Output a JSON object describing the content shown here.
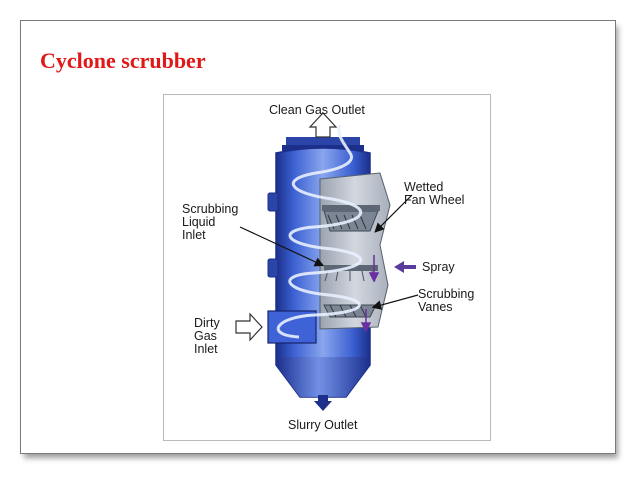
{
  "slide": {
    "title": "Cyclone scrubber",
    "title_color": "#e01818"
  },
  "diagram": {
    "labels": {
      "clean_gas_outlet": "Clean Gas Outlet",
      "wetted_fan_wheel": "Wetted\nFan Wheel",
      "scrubbing_liquid_inlet": "Scrubbing\nLiquid\nInlet",
      "spray": "Spray",
      "scrubbing_vanes": "Scrubbing\nVanes",
      "dirty_gas_inlet": "Dirty\nGas\nInlet",
      "slurry_outlet": "Slurry Outlet"
    },
    "colors": {
      "vessel": "#3a5fd0",
      "vessel_dark": "#1c2f8a",
      "vessel_light": "#8aa6ee",
      "interior": "#c2c9d3",
      "swirl": "#e8f0ff"
    },
    "icons": [
      "up-outline-arrow",
      "right-outline-arrow",
      "down-arrow",
      "left-arrow"
    ]
  }
}
